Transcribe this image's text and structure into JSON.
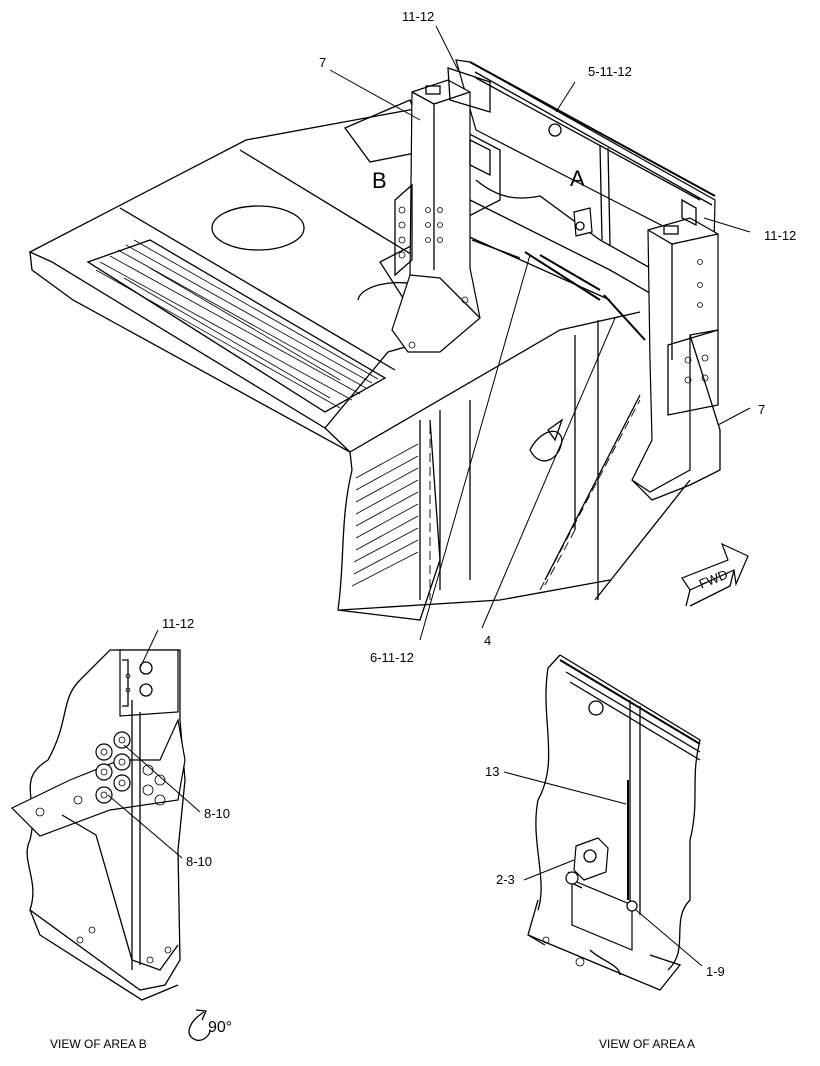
{
  "callouts": {
    "top_11_12": "11-12",
    "top_7": "7",
    "top_5_11_12": "5-11-12",
    "area_b": "B",
    "area_a": "A",
    "right_11_12": "11-12",
    "right_7": "7",
    "fwd": "FWD",
    "bottom_6_11_12": "6-11-12",
    "bottom_4": "4",
    "detail_b_11_12": "11-12",
    "detail_b_8_10_upper": "8-10",
    "detail_b_8_10_lower": "8-10",
    "detail_a_13": "13",
    "detail_a_2_3": "2-3",
    "detail_a_1_9": "1-9"
  },
  "captions": {
    "view_b": "VIEW OF AREA  B",
    "view_a": "VIEW OF AREA  A",
    "rotation": "90°"
  }
}
